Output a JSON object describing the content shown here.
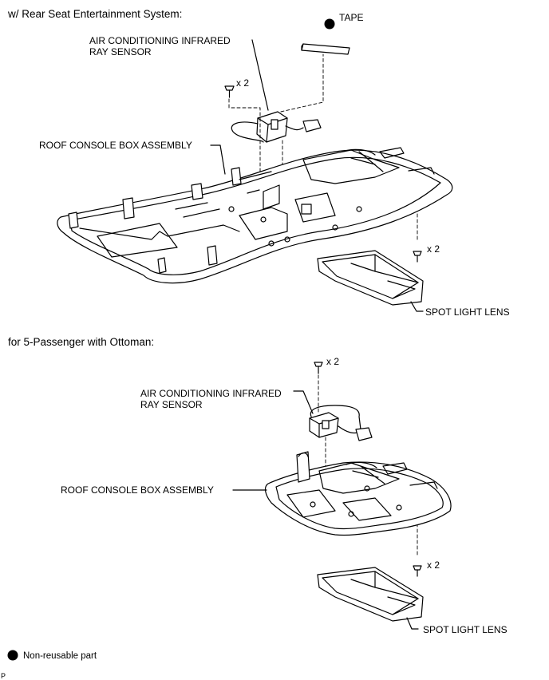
{
  "top": {
    "heading": "w/ Rear Seat Entertainment System:",
    "tape": "TAPE",
    "ac_sensor_line1": "AIR CONDITIONING INFRARED",
    "ac_sensor_line2": "RAY SENSOR",
    "screw_qty_1": "x 2",
    "console": "ROOF CONSOLE BOX ASSEMBLY",
    "screw_qty_2": "x 2",
    "lens": "SPOT LIGHT LENS"
  },
  "bottom": {
    "heading": "for 5-Passenger with Ottoman:",
    "screw_qty_1": "x 2",
    "ac_sensor_line1": "AIR CONDITIONING INFRARED",
    "ac_sensor_line2": "RAY SENSOR",
    "console": "ROOF CONSOLE BOX ASSEMBLY",
    "screw_qty_2": "x 2",
    "lens": "SPOT LIGHT LENS"
  },
  "legend": {
    "non_reusable": "Non-reusable part"
  },
  "corner_mark": "P"
}
